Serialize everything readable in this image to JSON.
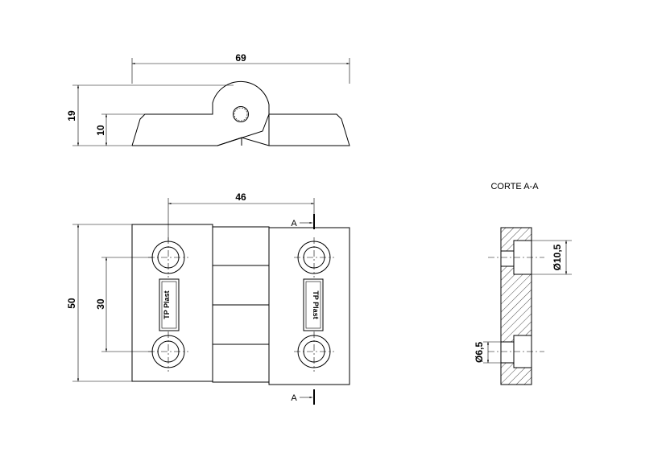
{
  "dimensions": {
    "top_width": "69",
    "top_height": "19",
    "top_step": "10",
    "front_spacing": "46",
    "front_height": "50",
    "front_hole_spacing": "30",
    "section_bore": "Ø10,5",
    "section_hole": "Ø6,5"
  },
  "section": {
    "title": "CORTE A-A",
    "marker_top": "A",
    "marker_bottom": "A"
  },
  "logo": {
    "left_text": "TP Plast",
    "right_text": "TP Plast"
  }
}
